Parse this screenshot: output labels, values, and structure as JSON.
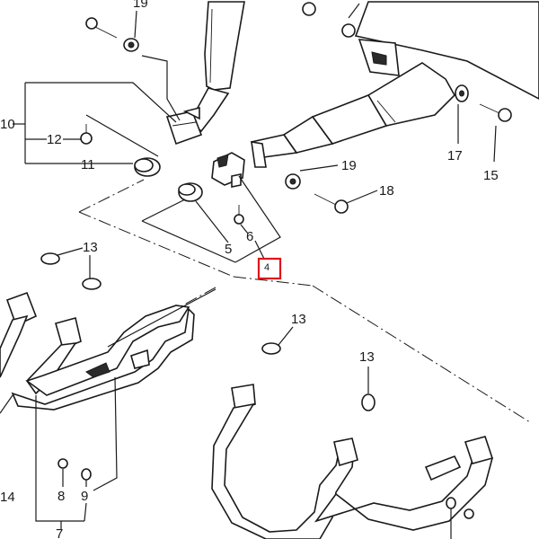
{
  "diagram": {
    "callouts": {
      "c4": "4",
      "c5": "5",
      "c6": "6",
      "c7": "7",
      "c8": "8",
      "c9": "9",
      "c10": "10",
      "c11": "11",
      "c12": "12",
      "c13a": "13",
      "c13b": "13",
      "c13c": "13",
      "c14": "14",
      "c15": "15",
      "c17": "17",
      "c18": "18",
      "c19a": "19",
      "c19b": "19"
    },
    "highlight_color": "#e0141c"
  }
}
